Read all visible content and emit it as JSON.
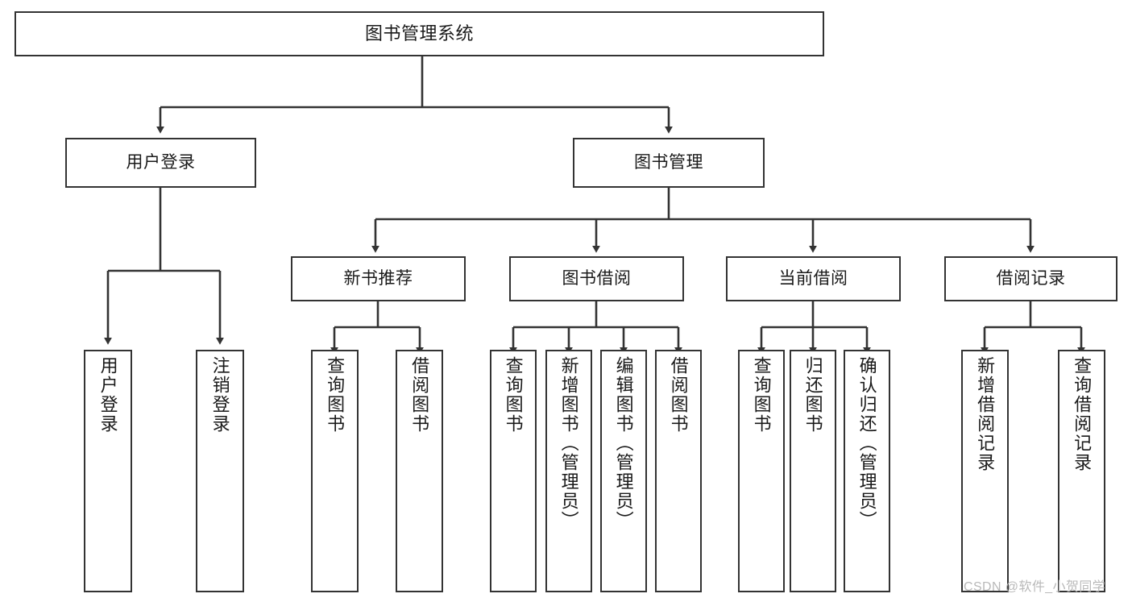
{
  "diagram": {
    "title": "图书管理系统",
    "type": "function-structure-tree",
    "watermark": "CSDN @软件_小贺同学",
    "colors": {
      "background": "#ffffff",
      "box_border": "#333333",
      "box_fill": "#ffffff",
      "connector": "#333333",
      "text": "#1a1a1a",
      "watermark": "#b9b9b9"
    },
    "nodes": {
      "root": {
        "label": "图书管理系统",
        "level": 1
      },
      "level2": [
        {
          "id": "user-login",
          "label": "用户登录",
          "level": 2
        },
        {
          "id": "book-manage",
          "label": "图书管理",
          "level": 2
        }
      ],
      "level3": [
        {
          "id": "new-book-recommend",
          "label": "新书推荐",
          "level": 3,
          "parent": "book-manage"
        },
        {
          "id": "book-borrow",
          "label": "图书借阅",
          "level": 3,
          "parent": "book-manage"
        },
        {
          "id": "current-borrow",
          "label": "当前借阅",
          "level": 3,
          "parent": "book-manage"
        },
        {
          "id": "borrow-record",
          "label": "借阅记录",
          "level": 3,
          "parent": "book-manage"
        }
      ],
      "leaves": [
        {
          "id": "leaf-user-login",
          "label": "用户登录",
          "parent": "user-login"
        },
        {
          "id": "leaf-logout-login",
          "label": "注销登录",
          "parent": "user-login"
        },
        {
          "id": "leaf-query-book-1",
          "label": "查询图书",
          "parent": "new-book-recommend"
        },
        {
          "id": "leaf-borrow-book-1",
          "label": "借阅图书",
          "parent": "new-book-recommend"
        },
        {
          "id": "leaf-query-book-2",
          "label": "查询图书",
          "parent": "book-borrow"
        },
        {
          "id": "leaf-add-book",
          "label": "新增图书（管理员）",
          "parent": "book-borrow"
        },
        {
          "id": "leaf-edit-book",
          "label": "编辑图书（管理员）",
          "parent": "book-borrow"
        },
        {
          "id": "leaf-borrow-book-2",
          "label": "借阅图书",
          "parent": "book-borrow"
        },
        {
          "id": "leaf-query-book-3",
          "label": "查询图书",
          "parent": "current-borrow"
        },
        {
          "id": "leaf-return-book",
          "label": "归还图书",
          "parent": "current-borrow"
        },
        {
          "id": "leaf-confirm-return",
          "label": "确认归还（管理员）",
          "parent": "current-borrow"
        },
        {
          "id": "leaf-add-record",
          "label": "新增借阅记录",
          "parent": "borrow-record"
        },
        {
          "id": "leaf-query-record",
          "label": "查询借阅记录",
          "parent": "borrow-record"
        }
      ]
    }
  }
}
